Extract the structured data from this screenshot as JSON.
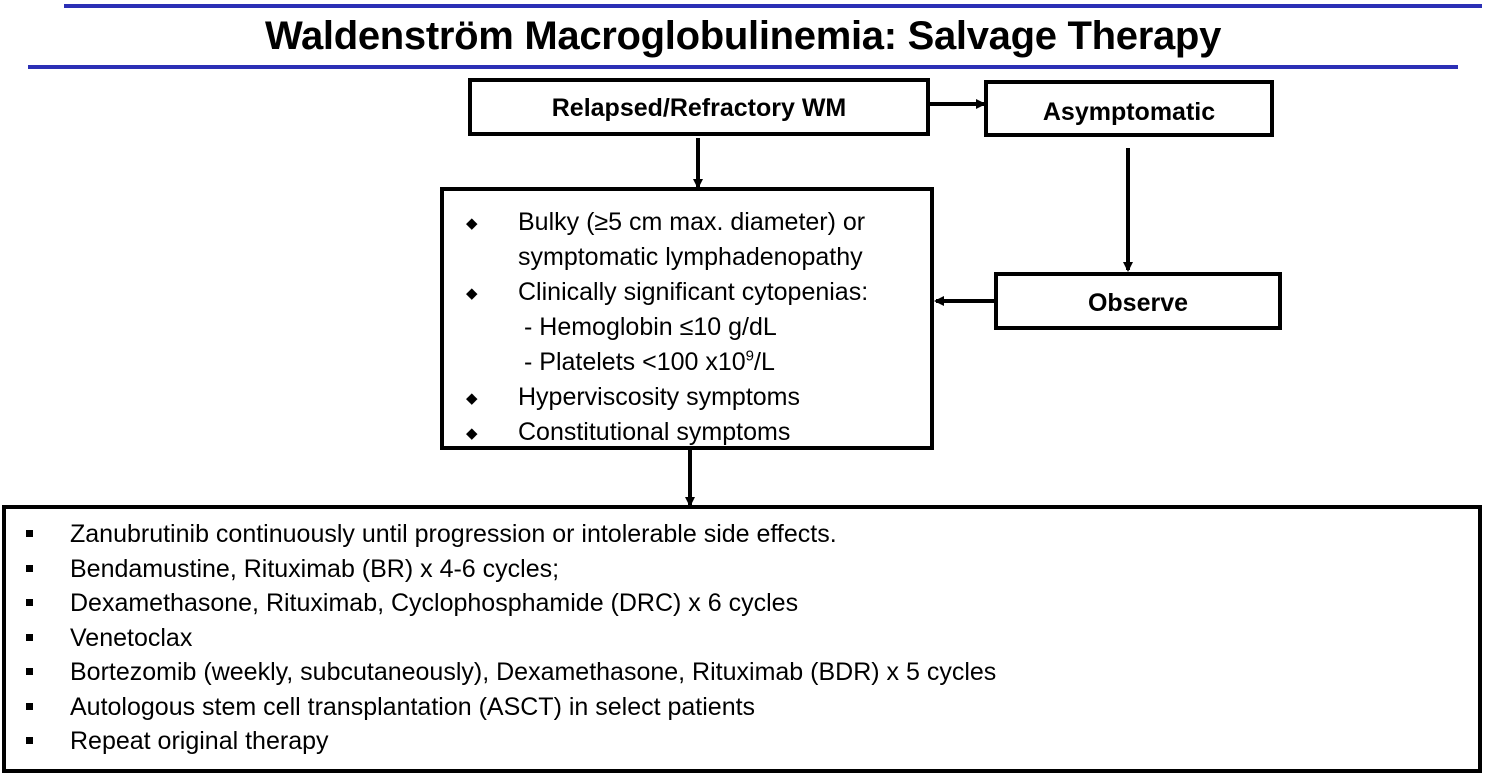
{
  "title": "Waldenström Macroglobulinemia: Salvage Therapy",
  "colors": {
    "rule": "#2b2fb5",
    "box_border": "#000000",
    "background": "#ffffff"
  },
  "boxes": {
    "relapsed": "Relapsed/Refractory WM",
    "asymptomatic": "Asymptomatic",
    "observe": "Observe"
  },
  "criteria": {
    "bullet_icon": "diamond-icon",
    "items": [
      {
        "lines": [
          "Bulky (≥5 cm max. diameter) or",
          "symptomatic lymphadenopathy"
        ]
      },
      {
        "lines": [
          "Clinically significant cytopenias:"
        ]
      },
      {
        "sub": "- Hemoglobin ≤10 g/dL"
      },
      {
        "sub_prefix": "- Platelets <100 x10",
        "sub_sup": "9",
        "sub_suffix": "/L"
      },
      {
        "lines": [
          "Hyperviscosity symptoms"
        ]
      },
      {
        "lines": [
          "Constitutional symptoms"
        ]
      }
    ]
  },
  "treatments": {
    "bullet_icon": "square-bullet-icon",
    "items": [
      "Zanubrutinib continuously until progression or intolerable side effects.",
      "Bendamustine, Rituximab (BR) x 4-6 cycles;",
      "Dexamethasone, Rituximab, Cyclophosphamide (DRC) x 6 cycles",
      "Venetoclax",
      "Bortezomib (weekly, subcutaneously), Dexamethasone, Rituximab (BDR) x 5 cycles",
      "Autologous stem cell transplantation (ASCT) in select patients",
      "Repeat original therapy"
    ]
  }
}
